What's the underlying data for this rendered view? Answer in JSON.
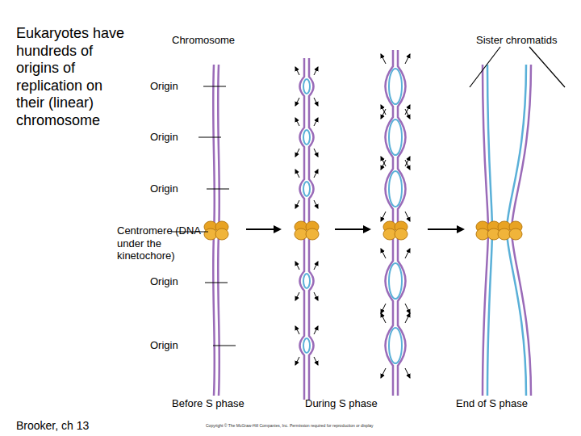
{
  "diagram": {
    "title": "Eukaryotes have hundreds of origins of replication on their (linear) chromosome",
    "labels": [
      "Chromosome",
      "Sister chromatids",
      "Origin",
      "Origin",
      "Origin",
      "Origin",
      "Origin",
      "Centromere (DNA under the kinetochore)",
      "Before S phase",
      "During S phase",
      "End of S phase",
      "Brooker, ch 13",
      "Copyright © The McGraw-Hill Companies, Inc. Permission required for reproduction or display"
    ]
  }
}
